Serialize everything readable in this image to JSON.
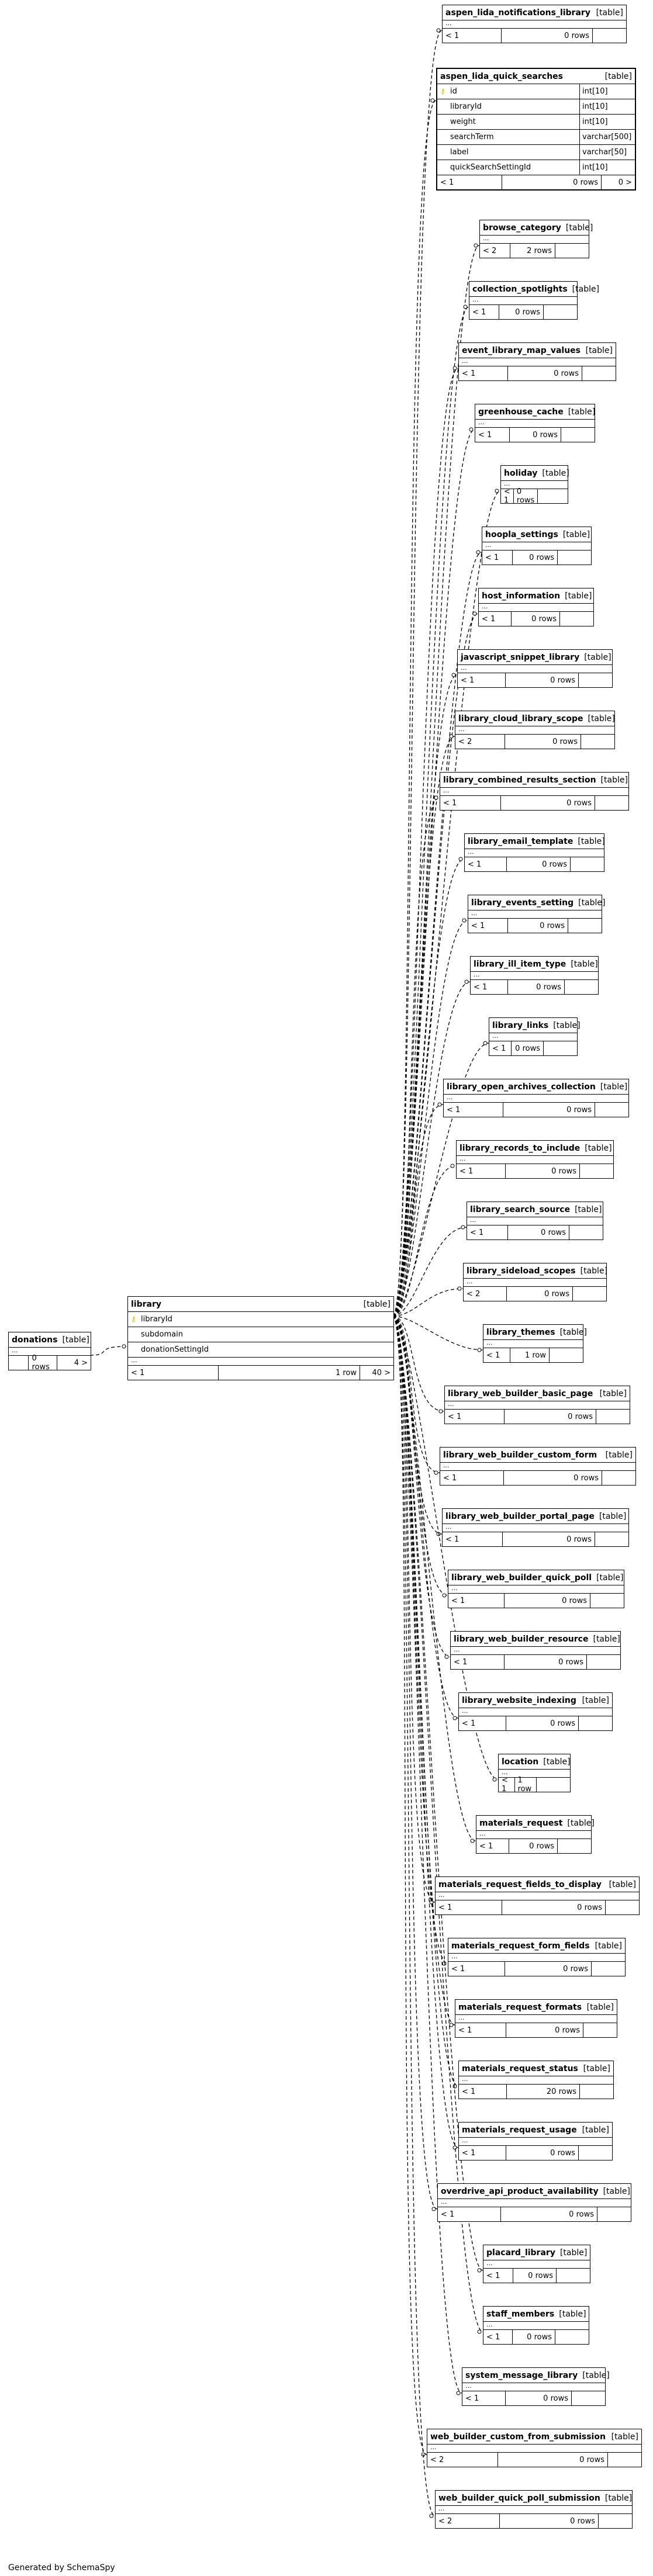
{
  "footer_text": "Generated by SchemaSpy",
  "type_label": "[table]",
  "dots": "...",
  "donations": {
    "name": "donations",
    "rows": "0 rows",
    "parents": "",
    "children": "4 >"
  },
  "library": {
    "name": "library",
    "columns": [
      {
        "name": "libraryId",
        "type": "",
        "pk": true
      },
      {
        "name": "subdomain",
        "type": "",
        "pk": false
      },
      {
        "name": "donationSettingId",
        "type": "",
        "pk": false
      }
    ],
    "parents": "< 1",
    "rows": "1 row",
    "children": "40 >"
  },
  "quick_searches": {
    "name": "aspen_lida_quick_searches",
    "columns": [
      {
        "name": "id",
        "type": "int[10]",
        "pk": true
      },
      {
        "name": "libraryId",
        "type": "int[10]",
        "pk": false
      },
      {
        "name": "weight",
        "type": "int[10]",
        "pk": false
      },
      {
        "name": "searchTerm",
        "type": "varchar[500]",
        "pk": false
      },
      {
        "name": "label",
        "type": "varchar[50]",
        "pk": false
      },
      {
        "name": "quickSearchSettingId",
        "type": "int[10]",
        "pk": false
      }
    ],
    "parents": "< 1",
    "rows": "0 rows",
    "children": "0 >"
  },
  "children": [
    {
      "name": "aspen_lida_notifications_library",
      "parents": "< 1",
      "rows": "0 rows"
    },
    {
      "name": "browse_category",
      "parents": "< 2",
      "rows": "2 rows"
    },
    {
      "name": "collection_spotlights",
      "parents": "< 1",
      "rows": "0 rows"
    },
    {
      "name": "event_library_map_values",
      "parents": "< 1",
      "rows": "0 rows"
    },
    {
      "name": "greenhouse_cache",
      "parents": "< 1",
      "rows": "0 rows"
    },
    {
      "name": "holiday",
      "parents": "< 1",
      "rows": "0 rows"
    },
    {
      "name": "hoopla_settings",
      "parents": "< 1",
      "rows": "0 rows"
    },
    {
      "name": "host_information",
      "parents": "< 1",
      "rows": "0 rows"
    },
    {
      "name": "javascript_snippet_library",
      "parents": "< 1",
      "rows": "0 rows"
    },
    {
      "name": "library_cloud_library_scope",
      "parents": "< 2",
      "rows": "0 rows"
    },
    {
      "name": "library_combined_results_section",
      "parents": "< 1",
      "rows": "0 rows"
    },
    {
      "name": "library_email_template",
      "parents": "< 1",
      "rows": "0 rows"
    },
    {
      "name": "library_events_setting",
      "parents": "< 1",
      "rows": "0 rows"
    },
    {
      "name": "library_ill_item_type",
      "parents": "< 1",
      "rows": "0 rows"
    },
    {
      "name": "library_links",
      "parents": "< 1",
      "rows": "0 rows"
    },
    {
      "name": "library_open_archives_collection",
      "parents": "< 1",
      "rows": "0 rows"
    },
    {
      "name": "library_records_to_include",
      "parents": "< 1",
      "rows": "0 rows"
    },
    {
      "name": "library_search_source",
      "parents": "< 1",
      "rows": "0 rows"
    },
    {
      "name": "library_sideload_scopes",
      "parents": "< 2",
      "rows": "0 rows"
    },
    {
      "name": "library_themes",
      "parents": "< 1",
      "rows": "1 row"
    },
    {
      "name": "library_web_builder_basic_page",
      "parents": "< 1",
      "rows": "0 rows"
    },
    {
      "name": "library_web_builder_custom_form",
      "parents": "< 1",
      "rows": "0 rows"
    },
    {
      "name": "library_web_builder_portal_page",
      "parents": "< 1",
      "rows": "0 rows"
    },
    {
      "name": "library_web_builder_quick_poll",
      "parents": "< 1",
      "rows": "0 rows"
    },
    {
      "name": "library_web_builder_resource",
      "parents": "< 1",
      "rows": "0 rows"
    },
    {
      "name": "library_website_indexing",
      "parents": "< 1",
      "rows": "0 rows"
    },
    {
      "name": "location",
      "parents": "< 1",
      "rows": "1 row"
    },
    {
      "name": "materials_request",
      "parents": "< 1",
      "rows": "0 rows"
    },
    {
      "name": "materials_request_fields_to_display",
      "parents": "< 1",
      "rows": "0 rows"
    },
    {
      "name": "materials_request_form_fields",
      "parents": "< 1",
      "rows": "0 rows"
    },
    {
      "name": "materials_request_formats",
      "parents": "< 1",
      "rows": "0 rows"
    },
    {
      "name": "materials_request_status",
      "parents": "< 1",
      "rows": "20 rows"
    },
    {
      "name": "materials_request_usage",
      "parents": "< 1",
      "rows": "0 rows"
    },
    {
      "name": "overdrive_api_product_availability",
      "parents": "< 1",
      "rows": "0 rows"
    },
    {
      "name": "placard_library",
      "parents": "< 1",
      "rows": "0 rows"
    },
    {
      "name": "staff_members",
      "parents": "< 1",
      "rows": "0 rows"
    },
    {
      "name": "system_message_library",
      "parents": "< 1",
      "rows": "0 rows"
    },
    {
      "name": "web_builder_custom_from_submission",
      "parents": "< 2",
      "rows": "0 rows"
    },
    {
      "name": "web_builder_quick_poll_submission",
      "parents": "< 2",
      "rows": "0 rows"
    }
  ]
}
